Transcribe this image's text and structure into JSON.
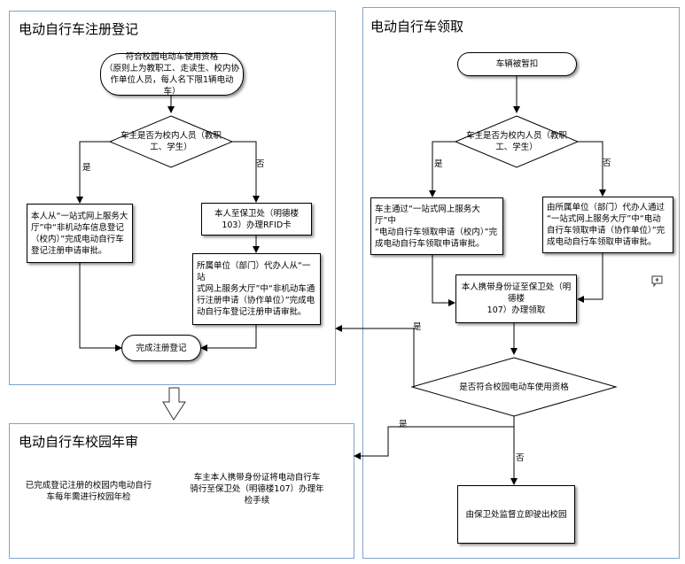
{
  "panels": {
    "register": {
      "title": "电动自行车注册登记",
      "start": "符合校园电动车使用资格\n（原则上为教职工、走读生、校内协\n作单位人员，每人名下限1辆电动车）",
      "decision": "车主是否为校内人员（教职\n工、学生）",
      "yes": "是",
      "no": "否",
      "self_apply": "本人从“一站式网上服务大\n厅”中“非机动车信息登记\n（校内）”完成电动自行车\n登记注册申请审批。",
      "security_rfid": "本人至保卫处（明德楼\n103）办理RFID卡",
      "unit_apply": "所属单位（部门）代办人从“一站\n式网上服务大厅”中“非机动车通\n行注册申请（协作单位）”完成电\n动自行车登记注册申请审批。",
      "end": "完成注册登记"
    },
    "claim": {
      "title": "电动自行车领取",
      "start": "车辆被暂扣",
      "decision": "车主是否为校内人员（教职\n工、学生）",
      "yes": "是",
      "no": "否",
      "self_apply": "车主通过“一站式网上服务大厅”中\n“电动自行车领取申请（校内）”完\n成电动自行车领取申请审批。",
      "unit_apply": "由所属单位（部门）代办人通过\n“一站式网上服务大厅”中“电动\n自行车领取申请（协作单位）”完\n成电动自行车领取申请审批。",
      "pickup": "本人携带身份证至保卫处（明德楼\n107）办理领取",
      "qualify": "是否符合校园电动车使用资格",
      "yes_to_register": "是",
      "yes_to_inspect": "是",
      "expel": "由保卫处监督立即驶出校园"
    },
    "inspect": {
      "title": "电动自行车校园年审",
      "annual": "已完成登记注册的校园内电动自行\n车每年需进行校园年检",
      "procedure": "车主本人携带身份证将电动自行车\n骑行至保卫处（明德楼107）办理年\n检手续"
    }
  },
  "icons": {
    "comment": "comment-plus-icon",
    "arrow_down": "hollow-down-arrow-icon"
  },
  "colors": {
    "panel_border": "#7fa4c9",
    "line": "#000000"
  }
}
